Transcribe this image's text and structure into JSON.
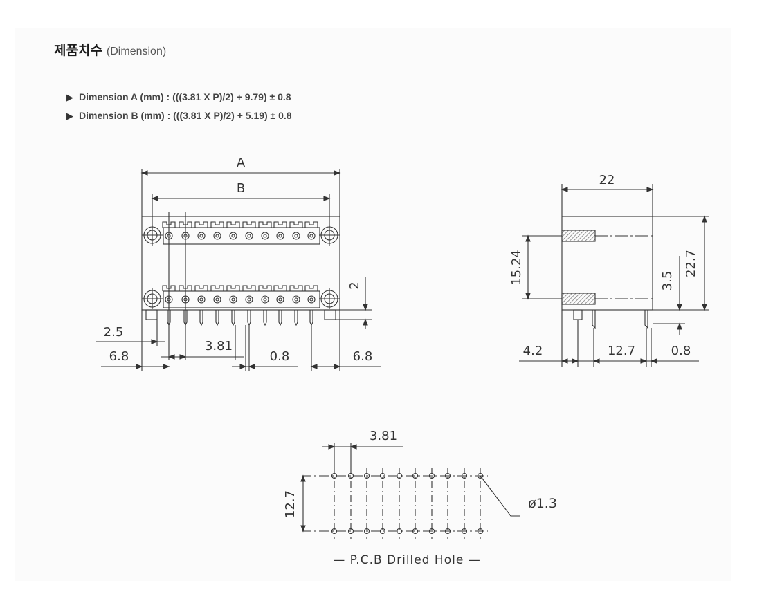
{
  "header": {
    "title": "제품치수",
    "subtitle": "(Dimension)"
  },
  "specs": [
    {
      "label": "Dimension A (mm) : (((3.81 X P)/2) + 9.79) ± 0.8"
    },
    {
      "label": "Dimension B (mm) : (((3.81 X P)/2) + 5.19) ± 0.8"
    }
  ],
  "front_view": {
    "dim_a": "A",
    "dim_b": "B",
    "dim_2": "2",
    "dim_2_5": "2.5",
    "dim_6_8_left": "6.8",
    "dim_3_81": "3.81",
    "dim_0_8": "0.8",
    "dim_6_8_right": "6.8"
  },
  "side_view": {
    "dim_22": "22",
    "dim_15_24": "15.24",
    "dim_3_5": "3.5",
    "dim_22_7": "22.7",
    "dim_4_2": "4.2",
    "dim_12_7": "12.7",
    "dim_0_8": "0.8"
  },
  "pcb_view": {
    "dim_3_81": "3.81",
    "dim_12_7": "12.7",
    "dim_hole": "ø1.3",
    "caption": "— P.C.B Drilled Hole —"
  },
  "colors": {
    "line": "#333333",
    "hatch": "#777777"
  }
}
